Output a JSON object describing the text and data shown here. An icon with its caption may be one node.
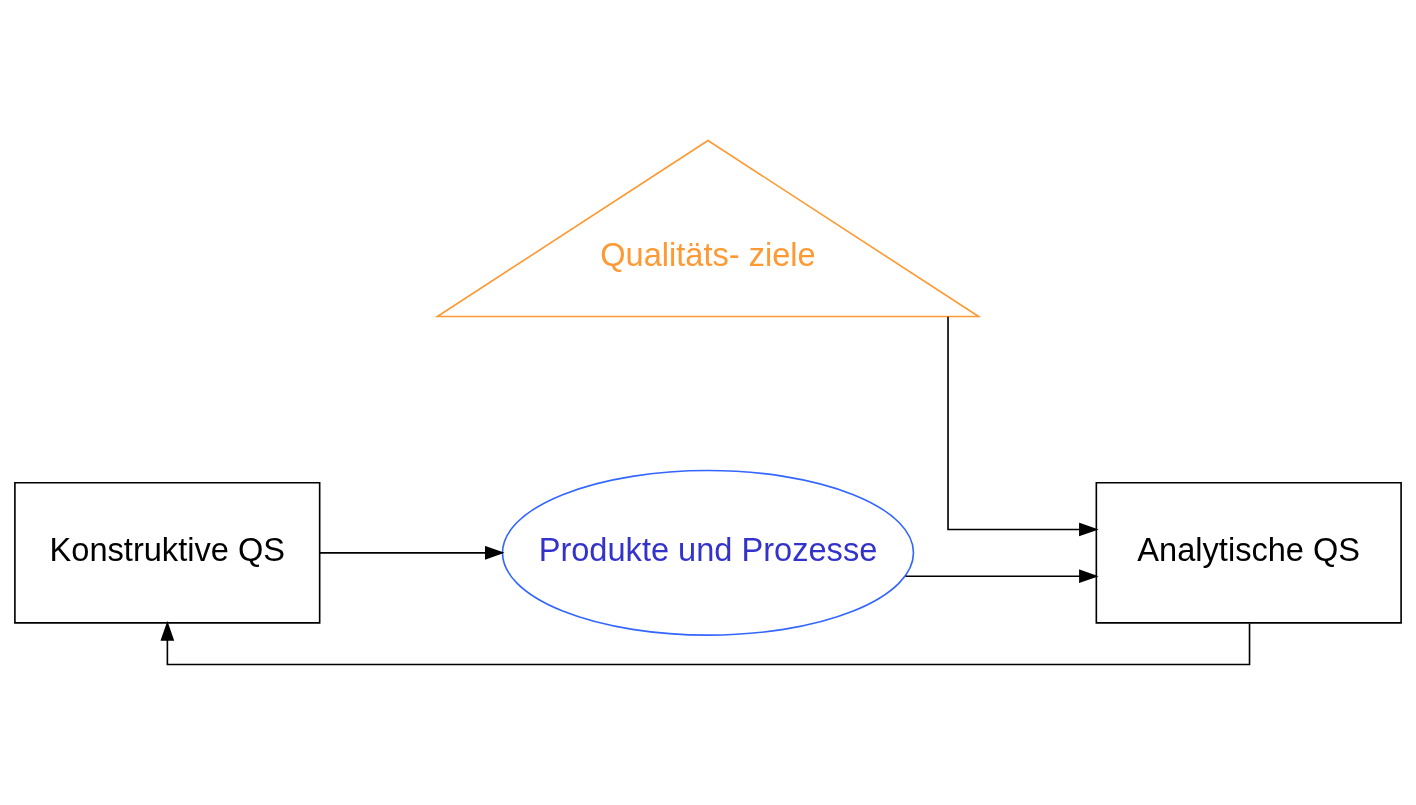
{
  "diagram": {
    "nodes": [
      {
        "text": [
          "Qualitäts- ziele"
        ]
      },
      {
        "text": [
          "Konstruktive QS"
        ]
      },
      {
        "text": [
          "Produkte und Prozesse"
        ]
      },
      {
        "text": [
          "Analytische QS"
        ]
      }
    ],
    "edges": [
      {
        "from": 0,
        "to": 3,
        "arrow": "to"
      },
      {
        "from": 1,
        "to": 2,
        "arrow": "to"
      },
      {
        "from": 2,
        "to": 3,
        "arrow": "to"
      },
      {
        "from": 3,
        "to": 1,
        "arrow": "to"
      }
    ]
  }
}
